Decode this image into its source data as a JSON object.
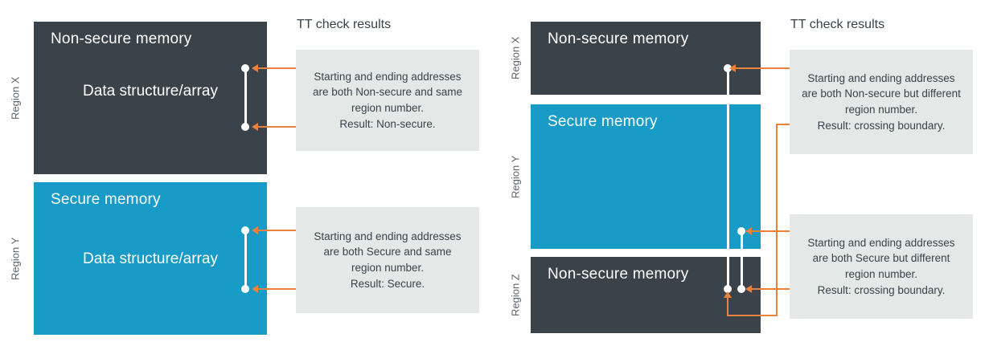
{
  "diagram": {
    "left": {
      "heading": "TT check results",
      "region_x_label": "Region X",
      "region_y_label": "Region Y",
      "box1_title": "Non-secure memory",
      "box1_content": "Data structure/array",
      "box2_title": "Secure memory",
      "box2_content": "Data structure/array",
      "callout1_text": "Starting and ending addresses are both Non-secure and same region number.",
      "callout1_result": "Result: Non-secure.",
      "callout2_text": "Starting and ending addresses are both Secure and same region number.",
      "callout2_result": "Result: Secure."
    },
    "right": {
      "heading": "TT check results",
      "region_x_label": "Region X",
      "region_y_label": "Region Y",
      "region_z_label": "Region Z",
      "box1_title": "Non-secure memory",
      "box2_title": "Secure memory",
      "box3_title": "Non-secure memory",
      "callout1_text": "Starting and ending addresses are both Non-secure but different region number.",
      "callout1_result": "Result: crossing boundary.",
      "callout2_text": "Starting and ending addresses are both Secure but different region number.",
      "callout2_result": "Result: crossing boundary."
    },
    "colors": {
      "non_secure": "#3a424a",
      "secure": "#189bc7",
      "callout": "#e4e9e7",
      "connector": "#e9823e",
      "text": "#3a424a",
      "region_label": "#5b636c",
      "memory_text": "#ffffff",
      "marker": "#ffffff"
    }
  }
}
